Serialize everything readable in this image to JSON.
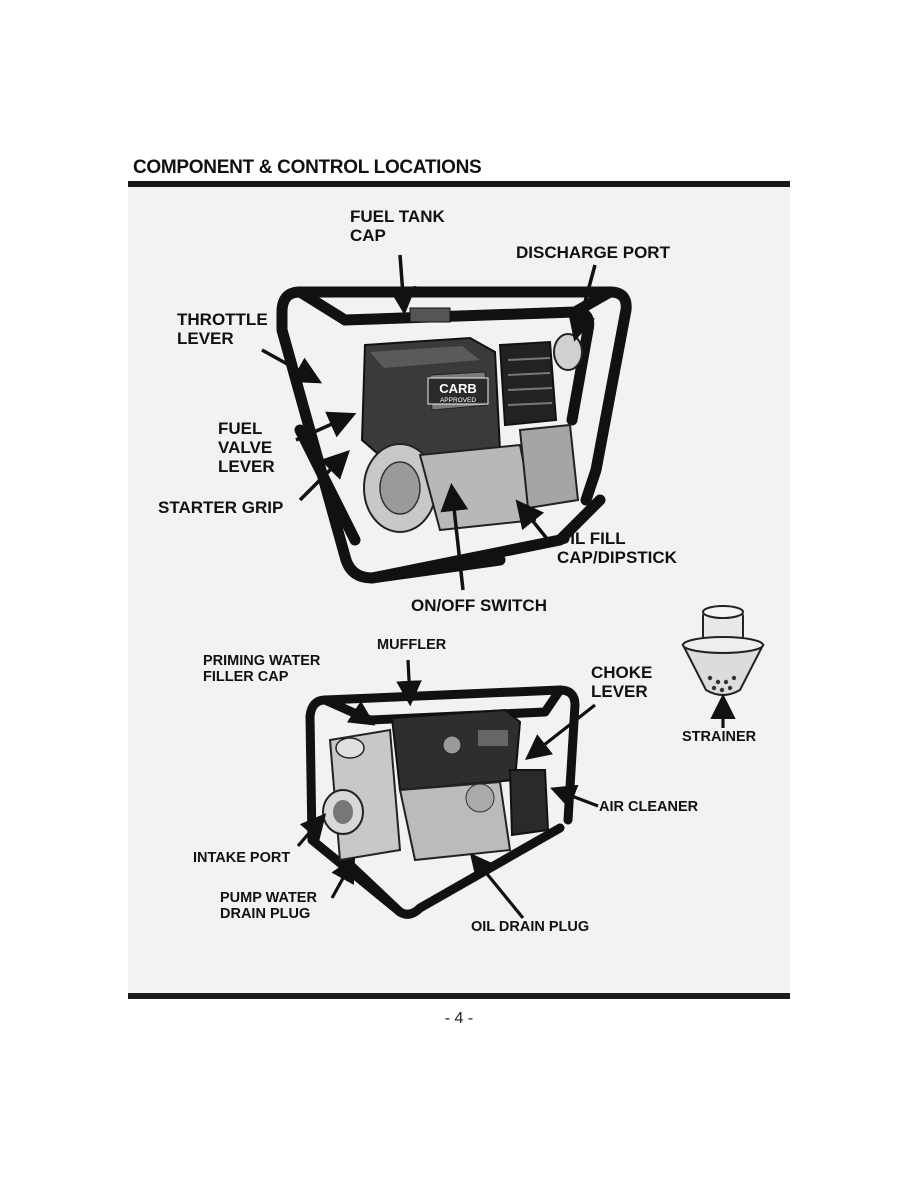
{
  "heading": "COMPONENT & CONTROL LOCATIONS",
  "upper_labels": {
    "fuel_tank_cap": [
      "FUEL TANK",
      "CAP"
    ],
    "discharge_port": "DISCHARGE PORT",
    "throttle_lever": [
      "THROTTLE",
      "LEVER"
    ],
    "fuel_valve_lever": [
      "FUEL",
      "VALVE",
      "LEVER"
    ],
    "starter_grip": "STARTER GRIP",
    "oil_fill": [
      "OIL FILL",
      "CAP/DIPSTICK"
    ],
    "on_off_switch": "ON/OFF SWITCH"
  },
  "engine_badge": {
    "brand": "CARB",
    "sub": "APPROVED"
  },
  "lower_labels": {
    "muffler": "MUFFLER",
    "priming": [
      "PRIMING WATER",
      "FILLER CAP"
    ],
    "choke": [
      "CHOKE",
      "LEVER"
    ],
    "strainer": "STRAINER",
    "air_cleaner": "AIR CLEANER",
    "intake_port": "INTAKE PORT",
    "pump_drain": [
      "PUMP WATER",
      "DRAIN PLUG"
    ],
    "oil_drain": "OIL DRAIN PLUG"
  },
  "page_number": "- 4 -"
}
